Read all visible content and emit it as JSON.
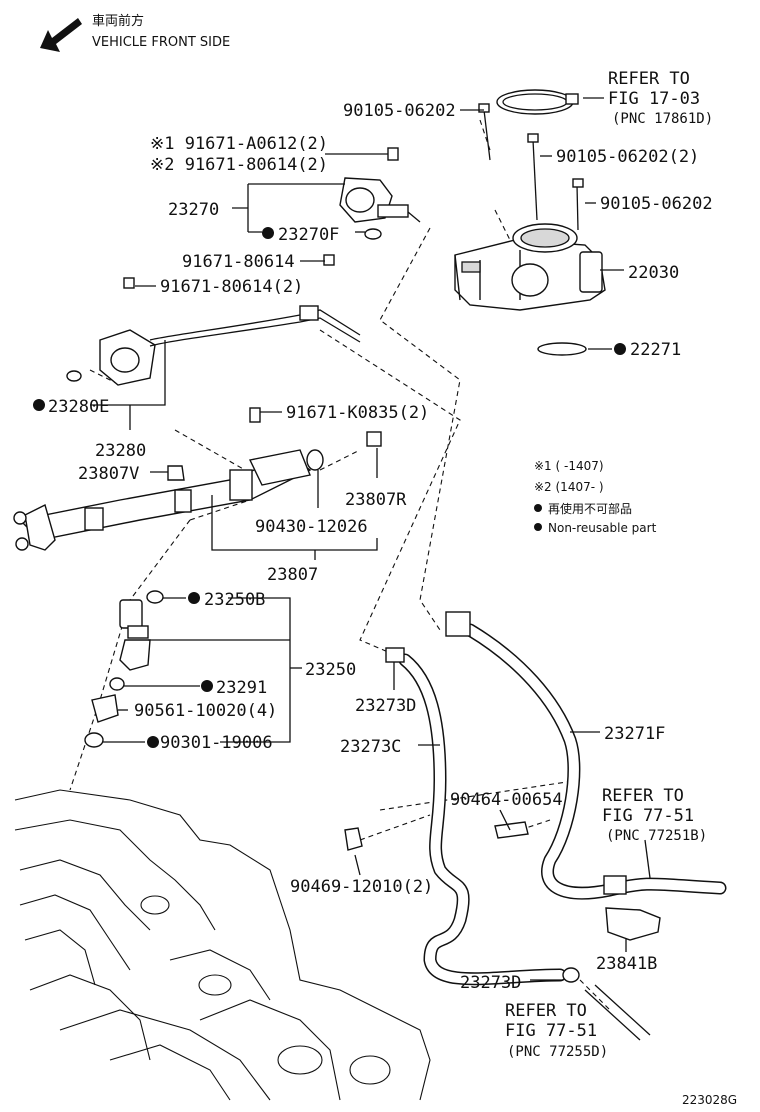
{
  "header": {
    "jp_label": "車両前方",
    "en_label": "VEHICLE FRONT SIDE"
  },
  "labels": {
    "refer_17_03": [
      "REFER TO",
      "FIG 17-03",
      "(PNC 17861D)"
    ],
    "p90105_a": "90105-06202",
    "p90105_b": "90105-06202(2)",
    "p90105_c": "90105-06202",
    "p22030": "22030",
    "p22271": "22271",
    "p91671_a0612": "※1 91671-A0612(2)",
    "p91671_80614_2a": "※2 91671-80614(2)",
    "p23270": "23270",
    "p23270f": "23270F",
    "p91671_80614": "91671-80614",
    "p91671_80614_2b": "91671-80614(2)",
    "p23280e": "23280E",
    "p23280": "23280",
    "p23807v": "23807V",
    "p91671_k0835": "91671-K0835(2)",
    "p23807r": "23807R",
    "p90430": "90430-12026",
    "p23807": "23807",
    "p23250b": "23250B",
    "p23250": "23250",
    "p23291": "23291",
    "p90561": "90561-10020(4)",
    "p90301": "90301-19006",
    "p23273d_top": "23273D",
    "p23273c": "23273C",
    "p23271f": "23271F",
    "p90464": "90464-00654",
    "refer_77_51_b": [
      "REFER TO",
      "FIG 77-51",
      "(PNC 77251B)"
    ],
    "p90469": "90469-12010(2)",
    "p23841b": "23841B",
    "p23273d_bot": "23273D",
    "refer_77_51_d": [
      "REFER TO",
      "FIG 77-51",
      "(PNC 77255D)"
    ]
  },
  "legend": {
    "note1": "※1 (      -1407)",
    "note2": "※2 (1407-       )",
    "non_reusable_jp": "再使用不可部品",
    "non_reusable_en": "Non-reusable part"
  },
  "footer": {
    "figure_code": "223028G"
  },
  "colors": {
    "ink": "#111111",
    "background": "#ffffff"
  }
}
